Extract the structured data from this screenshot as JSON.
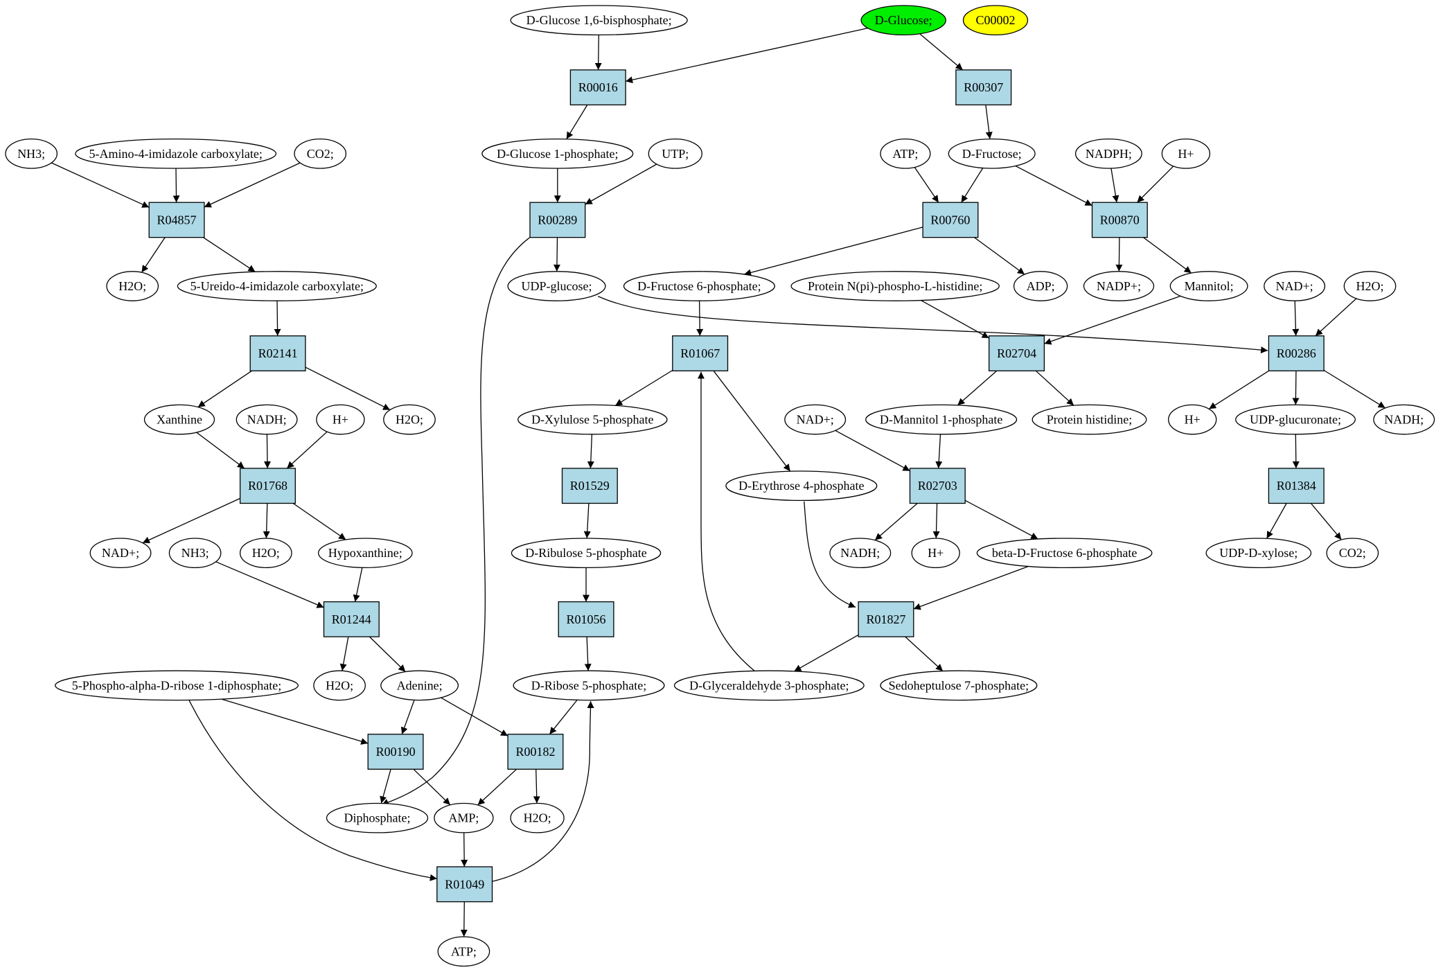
{
  "colors": {
    "background": "#ffffff",
    "reaction_fill": "#add8e6",
    "metabolite_fill": "#ffffff",
    "highlight_green": "#00ee00",
    "highlight_yellow": "#ffff00",
    "stroke": "#000000"
  },
  "nodes": {
    "d_glucose_16bp": {
      "label": "D-Glucose 1,6-bisphosphate;",
      "kind": "metabolite"
    },
    "d_glucose": {
      "label": "D-Glucose;",
      "kind": "metabolite",
      "fill": "#00ee00"
    },
    "c00002": {
      "label": "C00002",
      "kind": "metabolite",
      "fill": "#ffff00"
    },
    "r00016": {
      "label": "R00016",
      "kind": "reaction"
    },
    "r00307": {
      "label": "R00307",
      "kind": "reaction"
    },
    "nh3_a": {
      "label": "NH3;",
      "kind": "metabolite"
    },
    "amino_imidazole": {
      "label": "5-Amino-4-imidazole carboxylate;",
      "kind": "metabolite"
    },
    "co2_a": {
      "label": "CO2;",
      "kind": "metabolite"
    },
    "d_glucose_1p": {
      "label": "D-Glucose 1-phosphate;",
      "kind": "metabolite"
    },
    "utp": {
      "label": "UTP;",
      "kind": "metabolite"
    },
    "atp_a": {
      "label": "ATP;",
      "kind": "metabolite"
    },
    "d_fructose": {
      "label": "D-Fructose;",
      "kind": "metabolite"
    },
    "nadph": {
      "label": "NADPH;",
      "kind": "metabolite"
    },
    "hplus_a": {
      "label": "H+",
      "kind": "metabolite"
    },
    "r04857": {
      "label": "R04857",
      "kind": "reaction"
    },
    "r00289": {
      "label": "R00289",
      "kind": "reaction"
    },
    "r00760": {
      "label": "R00760",
      "kind": "reaction"
    },
    "r00870": {
      "label": "R00870",
      "kind": "reaction"
    },
    "h2o_a": {
      "label": "H2O;",
      "kind": "metabolite"
    },
    "ureido_imidazole": {
      "label": "5-Ureido-4-imidazole carboxylate;",
      "kind": "metabolite"
    },
    "udp_glucose": {
      "label": "UDP-glucose;",
      "kind": "metabolite"
    },
    "d_fructose_6p": {
      "label": "D-Fructose 6-phosphate;",
      "kind": "metabolite"
    },
    "protein_nphospho": {
      "label": "Protein N(pi)-phospho-L-histidine;",
      "kind": "metabolite"
    },
    "adp": {
      "label": "ADP;",
      "kind": "metabolite"
    },
    "nadpplus": {
      "label": "NADP+;",
      "kind": "metabolite"
    },
    "mannitol": {
      "label": "Mannitol;",
      "kind": "metabolite"
    },
    "nadplus_a": {
      "label": "NAD+;",
      "kind": "metabolite"
    },
    "h2o_b": {
      "label": "H2O;",
      "kind": "metabolite"
    },
    "r02141": {
      "label": "R02141",
      "kind": "reaction"
    },
    "r01067": {
      "label": "R01067",
      "kind": "reaction"
    },
    "r02704": {
      "label": "R02704",
      "kind": "reaction"
    },
    "r00286": {
      "label": "R00286",
      "kind": "reaction"
    },
    "xanthine": {
      "label": "Xanthine",
      "kind": "metabolite"
    },
    "nadh_a": {
      "label": "NADH;",
      "kind": "metabolite"
    },
    "hplus_b": {
      "label": "H+",
      "kind": "metabolite"
    },
    "h2o_c": {
      "label": "H2O;",
      "kind": "metabolite"
    },
    "d_xylulose_5p": {
      "label": "D-Xylulose 5-phosphate",
      "kind": "metabolite"
    },
    "nadplus_b": {
      "label": "NAD+;",
      "kind": "metabolite"
    },
    "d_mannitol_1p": {
      "label": "D-Mannitol 1-phosphate",
      "kind": "metabolite"
    },
    "protein_histidine": {
      "label": "Protein histidine;",
      "kind": "metabolite"
    },
    "hplus_c": {
      "label": "H+",
      "kind": "metabolite"
    },
    "udp_glucuronate": {
      "label": "UDP-glucuronate;",
      "kind": "metabolite"
    },
    "nadh_b": {
      "label": "NADH;",
      "kind": "metabolite"
    },
    "r01768": {
      "label": "R01768",
      "kind": "reaction"
    },
    "r01529": {
      "label": "R01529",
      "kind": "reaction"
    },
    "d_erythrose_4p": {
      "label": "D-Erythrose 4-phosphate",
      "kind": "metabolite"
    },
    "r02703": {
      "label": "R02703",
      "kind": "reaction"
    },
    "r01384": {
      "label": "R01384",
      "kind": "reaction"
    },
    "nadplus_c": {
      "label": "NAD+;",
      "kind": "metabolite"
    },
    "nh3_b": {
      "label": "NH3;",
      "kind": "metabolite"
    },
    "h2o_d": {
      "label": "H2O;",
      "kind": "metabolite"
    },
    "hypoxanthine": {
      "label": "Hypoxanthine;",
      "kind": "metabolite"
    },
    "d_ribulose_5p": {
      "label": "D-Ribulose 5-phosphate",
      "kind": "metabolite"
    },
    "nadh_c": {
      "label": "NADH;",
      "kind": "metabolite"
    },
    "hplus_d": {
      "label": "H+",
      "kind": "metabolite"
    },
    "beta_fructose_6p": {
      "label": "beta-D-Fructose 6-phosphate",
      "kind": "metabolite"
    },
    "udp_xylose": {
      "label": "UDP-D-xylose;",
      "kind": "metabolite"
    },
    "co2_b": {
      "label": "CO2;",
      "kind": "metabolite"
    },
    "r01244": {
      "label": "R01244",
      "kind": "reaction"
    },
    "r01056": {
      "label": "R01056",
      "kind": "reaction"
    },
    "r01827": {
      "label": "R01827",
      "kind": "reaction"
    },
    "phospho_ribose_dp": {
      "label": "5-Phospho-alpha-D-ribose 1-diphosphate;",
      "kind": "metabolite"
    },
    "h2o_e": {
      "label": "H2O;",
      "kind": "metabolite"
    },
    "adenine": {
      "label": "Adenine;",
      "kind": "metabolite"
    },
    "d_ribose_5p": {
      "label": "D-Ribose 5-phosphate;",
      "kind": "metabolite"
    },
    "d_glyceraldehyde_3p": {
      "label": "D-Glyceraldehyde 3-phosphate;",
      "kind": "metabolite"
    },
    "sedoheptulose_7p": {
      "label": "Sedoheptulose 7-phosphate;",
      "kind": "metabolite"
    },
    "r00190": {
      "label": "R00190",
      "kind": "reaction"
    },
    "r00182": {
      "label": "R00182",
      "kind": "reaction"
    },
    "diphosphate": {
      "label": "Diphosphate;",
      "kind": "metabolite"
    },
    "amp": {
      "label": "AMP;",
      "kind": "metabolite"
    },
    "h2o_f": {
      "label": "H2O;",
      "kind": "metabolite"
    },
    "r01049": {
      "label": "R01049",
      "kind": "reaction"
    },
    "atp_b": {
      "label": "ATP;",
      "kind": "metabolite"
    }
  },
  "edges": [
    [
      "d_glucose_16bp",
      "r00016"
    ],
    [
      "d_glucose",
      "r00016"
    ],
    [
      "r00016",
      "d_glucose_1p"
    ],
    [
      "d_glucose",
      "r00307"
    ],
    [
      "r00307",
      "d_fructose"
    ],
    [
      "nh3_a",
      "r04857"
    ],
    [
      "amino_imidazole",
      "r04857"
    ],
    [
      "co2_a",
      "r04857"
    ],
    [
      "r04857",
      "h2o_a"
    ],
    [
      "r04857",
      "ureido_imidazole"
    ],
    [
      "d_glucose_1p",
      "r00289"
    ],
    [
      "utp",
      "r00289"
    ],
    [
      "r00289",
      "udp_glucose"
    ],
    [
      "r00289",
      "diphosphate"
    ],
    [
      "atp_a",
      "r00760"
    ],
    [
      "d_fructose",
      "r00760"
    ],
    [
      "r00760",
      "adp"
    ],
    [
      "r00760",
      "d_fructose_6p"
    ],
    [
      "d_fructose",
      "r00870"
    ],
    [
      "nadph",
      "r00870"
    ],
    [
      "hplus_a",
      "r00870"
    ],
    [
      "r00870",
      "nadpplus"
    ],
    [
      "r00870",
      "mannitol"
    ],
    [
      "ureido_imidazole",
      "r02141"
    ],
    [
      "r02141",
      "xanthine"
    ],
    [
      "r02141",
      "h2o_c"
    ],
    [
      "d_fructose_6p",
      "r01067"
    ],
    [
      "d_glyceraldehyde_3p",
      "r01067"
    ],
    [
      "r01067",
      "d_xylulose_5p"
    ],
    [
      "r01067",
      "d_erythrose_4p"
    ],
    [
      "protein_nphospho",
      "r02704"
    ],
    [
      "mannitol",
      "r02704"
    ],
    [
      "r02704",
      "d_mannitol_1p"
    ],
    [
      "r02704",
      "protein_histidine"
    ],
    [
      "udp_glucose",
      "r00286"
    ],
    [
      "nadplus_a",
      "r00286"
    ],
    [
      "h2o_b",
      "r00286"
    ],
    [
      "r00286",
      "hplus_c"
    ],
    [
      "r00286",
      "udp_glucuronate"
    ],
    [
      "r00286",
      "nadh_b"
    ],
    [
      "xanthine",
      "r01768"
    ],
    [
      "nadh_a",
      "r01768"
    ],
    [
      "hplus_b",
      "r01768"
    ],
    [
      "r01768",
      "nadplus_c"
    ],
    [
      "r01768",
      "h2o_d"
    ],
    [
      "r01768",
      "hypoxanthine"
    ],
    [
      "d_xylulose_5p",
      "r01529"
    ],
    [
      "r01529",
      "d_ribulose_5p"
    ],
    [
      "nadplus_b",
      "r02703"
    ],
    [
      "d_mannitol_1p",
      "r02703"
    ],
    [
      "r02703",
      "nadh_c"
    ],
    [
      "r02703",
      "hplus_d"
    ],
    [
      "r02703",
      "beta_fructose_6p"
    ],
    [
      "udp_glucuronate",
      "r01384"
    ],
    [
      "r01384",
      "udp_xylose"
    ],
    [
      "r01384",
      "co2_b"
    ],
    [
      "nh3_b",
      "r01244"
    ],
    [
      "hypoxanthine",
      "r01244"
    ],
    [
      "r01244",
      "h2o_e"
    ],
    [
      "r01244",
      "adenine"
    ],
    [
      "d_ribulose_5p",
      "r01056"
    ],
    [
      "r01056",
      "d_ribose_5p"
    ],
    [
      "d_erythrose_4p",
      "r01827"
    ],
    [
      "beta_fructose_6p",
      "r01827"
    ],
    [
      "r01827",
      "d_glyceraldehyde_3p"
    ],
    [
      "r01827",
      "sedoheptulose_7p"
    ],
    [
      "phospho_ribose_dp",
      "r00190"
    ],
    [
      "adenine",
      "r00190"
    ],
    [
      "r00190",
      "diphosphate"
    ],
    [
      "r00190",
      "amp"
    ],
    [
      "adenine",
      "r00182"
    ],
    [
      "d_ribose_5p",
      "r00182"
    ],
    [
      "r00182",
      "amp"
    ],
    [
      "r00182",
      "h2o_f"
    ],
    [
      "amp",
      "r01049"
    ],
    [
      "phospho_ribose_dp",
      "r01049"
    ],
    [
      "r01049",
      "atp_b"
    ],
    [
      "r01049",
      "d_ribose_5p"
    ]
  ]
}
